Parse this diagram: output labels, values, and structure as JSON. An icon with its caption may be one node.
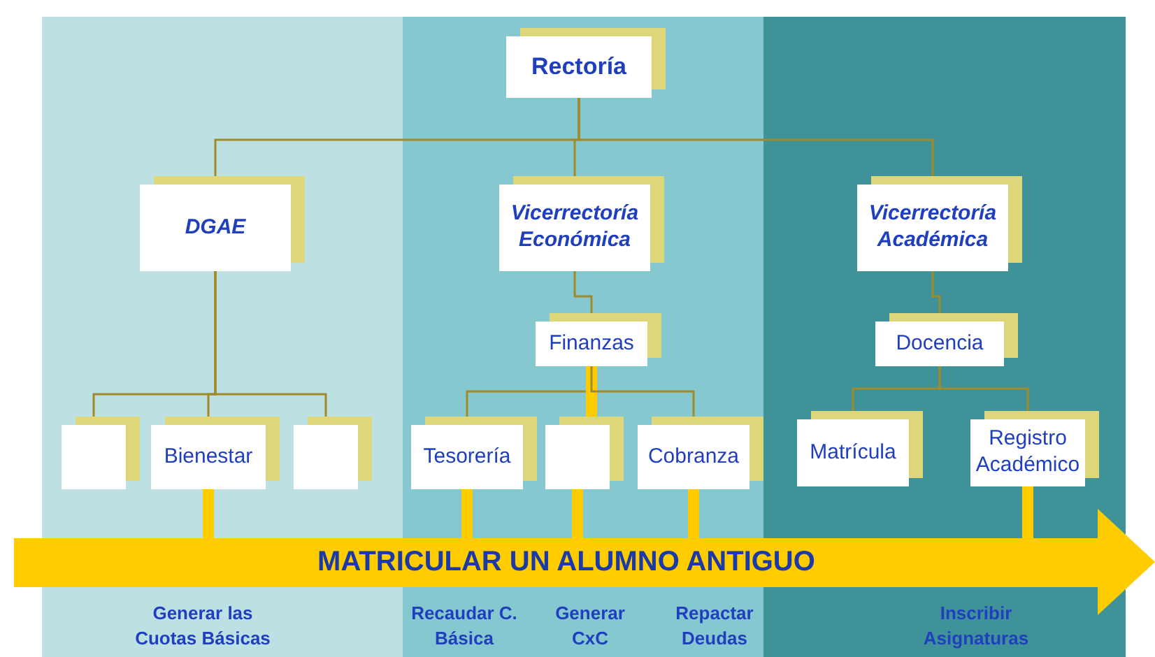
{
  "diagram": {
    "nodes": [
      {
        "text": [
          "Rectoría"
        ]
      },
      {
        "text": [
          "DGAE"
        ]
      },
      {
        "text": [
          "Vicerrectoría Económica"
        ]
      },
      {
        "text": [
          "Vicerrectoría Académica"
        ]
      },
      {
        "text": [
          "Finanzas"
        ]
      },
      {
        "text": [
          "Docencia"
        ]
      },
      {
        "text": [],
        "shape": "box"
      },
      {
        "text": [
          "Bienestar"
        ]
      },
      {
        "text": [],
        "shape": "box"
      },
      {
        "text": [
          "Tesorería"
        ]
      },
      {
        "text": [],
        "shape": "box"
      },
      {
        "text": [
          "Cobranza"
        ]
      },
      {
        "text": [
          "Matrícula"
        ]
      },
      {
        "text": [
          "Registro Académico"
        ]
      },
      {
        "text": [
          "MATRICULAR UN ALUMNO ANTIGUO"
        ]
      }
    ],
    "edges": [
      {
        "from": 0,
        "to": 1,
        "arrow": "none"
      },
      {
        "from": 0,
        "to": 2,
        "arrow": "none"
      },
      {
        "from": 0,
        "to": 3,
        "arrow": "none"
      },
      {
        "from": 1,
        "to": 6,
        "arrow": "none"
      },
      {
        "from": 1,
        "to": 7,
        "arrow": "none"
      },
      {
        "from": 1,
        "to": 8,
        "arrow": "none"
      },
      {
        "from": 2,
        "to": 4,
        "arrow": "none"
      },
      {
        "from": 4,
        "to": 9,
        "arrow": "none"
      },
      {
        "from": 4,
        "to": 10,
        "arrow": "none",
        "style": "thick",
        "color": "#ffcc00"
      },
      {
        "from": 4,
        "to": 11,
        "arrow": "none"
      },
      {
        "from": 3,
        "to": 5,
        "arrow": "none"
      },
      {
        "from": 5,
        "to": 12,
        "arrow": "none"
      },
      {
        "from": 5,
        "to": 13,
        "arrow": "none"
      },
      {
        "from": 7,
        "to": 14,
        "arrow": "none",
        "style": "thick",
        "color": "#ffcc00"
      },
      {
        "from": 9,
        "to": 14,
        "arrow": "none",
        "style": "thick",
        "color": "#ffcc00"
      },
      {
        "from": 10,
        "to": 14,
        "arrow": "none",
        "style": "thick",
        "color": "#ffcc00"
      },
      {
        "from": 11,
        "to": 14,
        "arrow": "none",
        "style": "thick",
        "color": "#ffcc00"
      },
      {
        "from": 13,
        "to": 14,
        "arrow": "none",
        "style": "thick",
        "color": "#ffcc00"
      }
    ],
    "labels": [
      "Generar las Cuotas Básicas",
      "Recaudar C. Básica",
      "Generar CxC",
      "Repactar Deudas",
      "Inscribir Asignaturas"
    ]
  }
}
